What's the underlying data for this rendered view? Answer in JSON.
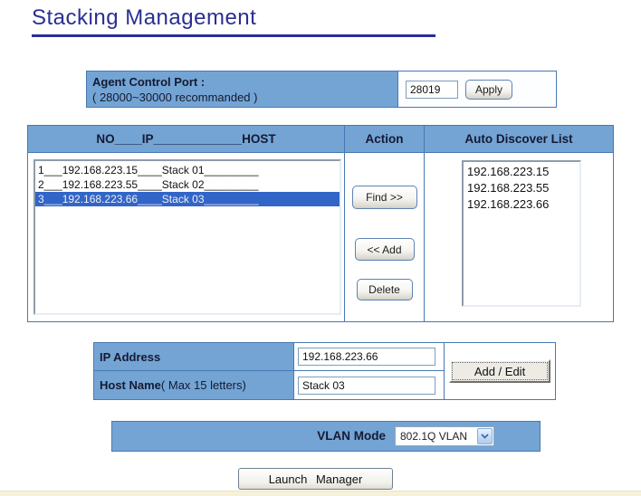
{
  "page": {
    "title": "Stacking Management"
  },
  "colors": {
    "title_navy": "#2A2F93",
    "panel_blue": "#74A4D4",
    "border_blue": "#4779B3",
    "selection_blue": "#3265C8",
    "footer_cream": "#F6F2DA"
  },
  "agent_control": {
    "label": "Agent Control Port :",
    "hint": "( 28000~30000 recommanded )",
    "port_value": "28019",
    "apply_label": "Apply"
  },
  "stack_table": {
    "headers": {
      "list": "NO____IP_____________HOST",
      "action": "Action",
      "discover": "Auto Discover List"
    },
    "rows": [
      {
        "text": "1___192.168.223.15____Stack 01_________"
      },
      {
        "text": "2___192.168.223.55____Stack 02_________"
      },
      {
        "text": "3___192.168.223.66____Stack 03_________"
      }
    ],
    "selected_row_index": 2,
    "actions": {
      "find": "Find >>",
      "add": "<< Add",
      "delete": "Delete"
    },
    "discover_list": [
      "192.168.223.15",
      "192.168.223.55",
      "192.168.223.66"
    ]
  },
  "edit_form": {
    "ip_label": "IP Address",
    "ip_value": "192.168.223.66",
    "host_label": "Host Name",
    "host_hint": "( Max 15 letters)",
    "host_value": "Stack 03",
    "add_edit_label": "Add / Edit"
  },
  "vlan": {
    "label": "VLAN Mode",
    "selected_option": "802.1Q VLAN"
  },
  "footer": {
    "launch_label": "Launch Manager"
  }
}
